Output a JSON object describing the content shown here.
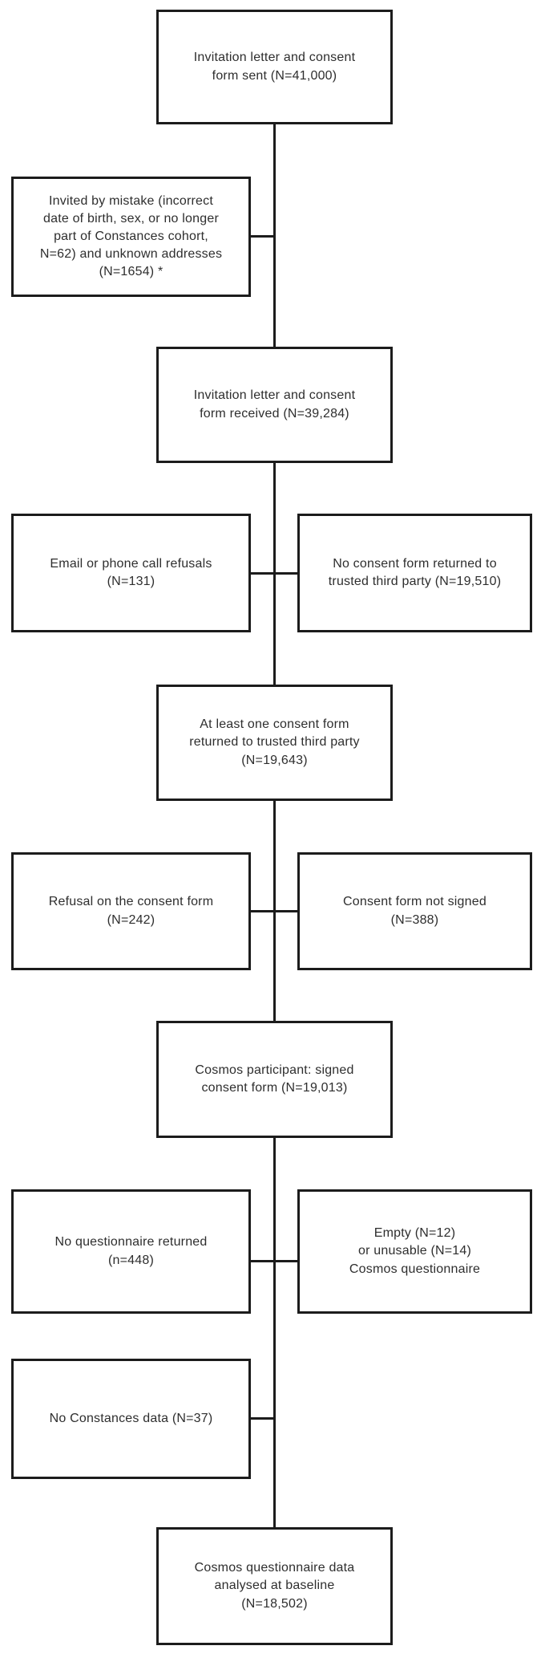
{
  "flowchart": {
    "colors": {
      "line": "#1c1c1c",
      "text": "#2e2e2e",
      "background": "#ffffff"
    },
    "nodes": {
      "sent": "Invitation letter and consent\nform sent (N=41,000)",
      "invited_mistake": "Invited by mistake (incorrect\ndate of birth, sex, or no longer\npart of Constances cohort,\nN=62) and unknown addresses\n(N=1654) *",
      "received": "Invitation letter and consent\nform received (N=39,284)",
      "email_refusals": "Email or phone call refusals\n(N=131)",
      "no_consent_returned": "No consent form returned to\ntrusted third party (N=19,510)",
      "consent_returned": "At least one consent form\nreturned to trusted third party\n(N=19,643)",
      "refusal_consent_form": "Refusal on the consent form\n(N=242)",
      "not_signed": "Consent form not signed\n(N=388)",
      "participant": "Cosmos participant: signed\nconsent form (N=19,013)",
      "no_questionnaire": "No questionnaire returned\n(n=448)",
      "empty_unusable": "Empty (N=12)\nor unusable (N=14)\nCosmos questionnaire",
      "no_constances": "No Constances data (N=37)",
      "analysed": "Cosmos questionnaire data\nanalysed at baseline\n(N=18,502)"
    }
  }
}
